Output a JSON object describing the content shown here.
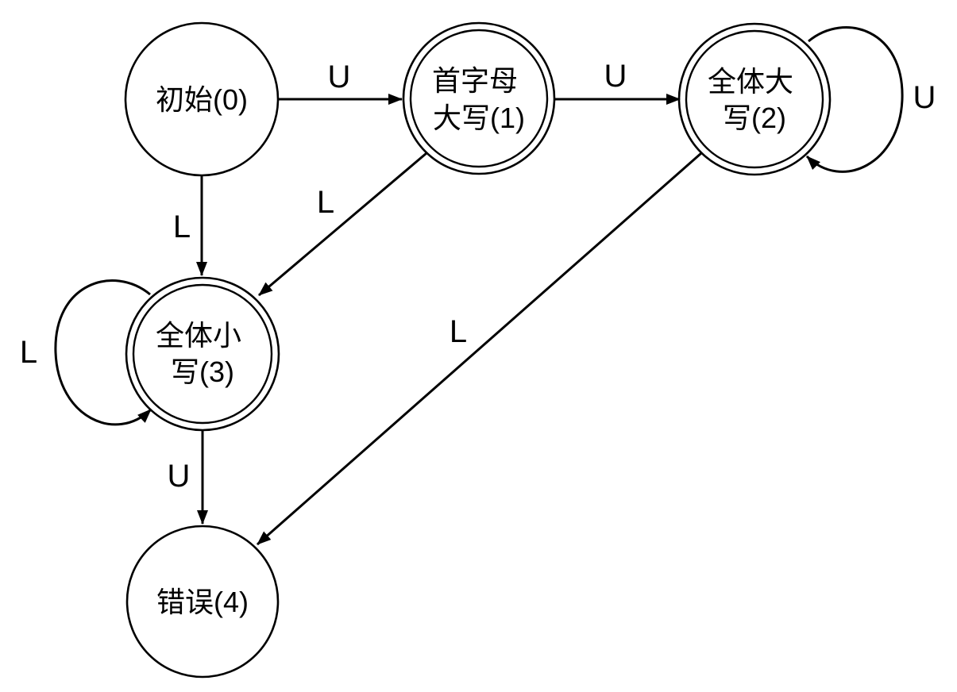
{
  "diagram": {
    "kind": "finite-state-machine",
    "colors": {
      "background": "#ffffff",
      "stroke": "#000000",
      "text": "#000000"
    }
  },
  "states": [
    {
      "id": "0",
      "lines": [
        "初始(0)"
      ],
      "accepting": false
    },
    {
      "id": "1",
      "lines": [
        "首字母",
        "大写(1)"
      ],
      "accepting": true
    },
    {
      "id": "2",
      "lines": [
        "全体大",
        "写(2)"
      ],
      "accepting": true
    },
    {
      "id": "3",
      "lines": [
        "全体小",
        "写(3)"
      ],
      "accepting": true
    },
    {
      "id": "4",
      "lines": [
        "错误(4)"
      ],
      "accepting": false
    }
  ],
  "transitions": [
    {
      "from": "0",
      "to": "1",
      "label": "U",
      "shape": "straight"
    },
    {
      "from": "1",
      "to": "2",
      "label": "U",
      "shape": "straight"
    },
    {
      "from": "2",
      "to": "2",
      "label": "U",
      "shape": "self-loop-right"
    },
    {
      "from": "0",
      "to": "3",
      "label": "L",
      "shape": "straight"
    },
    {
      "from": "1",
      "to": "3",
      "label": "L",
      "shape": "straight"
    },
    {
      "from": "3",
      "to": "3",
      "label": "L",
      "shape": "self-loop-left"
    },
    {
      "from": "3",
      "to": "4",
      "label": "U",
      "shape": "straight"
    },
    {
      "from": "2",
      "to": "4",
      "label": "L",
      "shape": "straight"
    }
  ]
}
